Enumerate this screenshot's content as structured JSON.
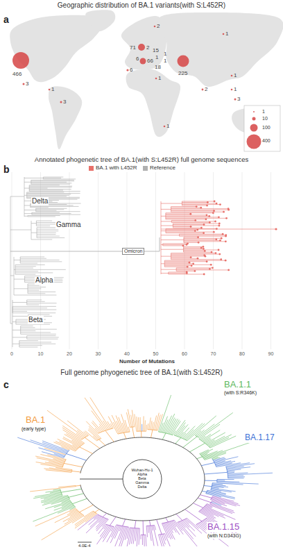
{
  "diagram": {
    "labels": [
      "a",
      "Geographic distribution of BA.1 variants(with S:L452R)",
      "2",
      "1",
      "71",
      "2",
      "15",
      "1",
      "1",
      "6",
      "66",
      "1",
      "18",
      "6",
      "466",
      "225",
      "1",
      "1",
      "3",
      "1",
      "2",
      "1",
      "3",
      "3",
      "1",
      "b",
      "Annotated phogenetic tree of BA.1(with S:L452R) full genome sequences",
      "Delta",
      "Gamma",
      "Omicron",
      "Alpha",
      "Beta",
      "0",
      "10",
      "20",
      "30",
      "40",
      "50",
      "60",
      "70",
      "80",
      "90",
      "Number of Mutations",
      "c",
      "Full genome phyogenetic tree of BA.1(with S:L452R)",
      "BA.1",
      "(early type)",
      "BA.1.1",
      "(with S:R346K)",
      "BA.1.17",
      "BA.1.15",
      "(with N:D343G)",
      "Wuhan-Hu-1",
      "Alpha",
      "Beta",
      "Gamma",
      "Delta",
      "4.0E-4"
    ],
    "legend": [
      {
        "text": "1"
      },
      {
        "text": "10"
      },
      {
        "text": "100"
      },
      {
        "text": "400"
      },
      {
        "text": "BA.1 with L452R",
        "color": "#e8706a"
      },
      {
        "text": "Reference",
        "color": "#b0b0b0"
      }
    ]
  }
}
